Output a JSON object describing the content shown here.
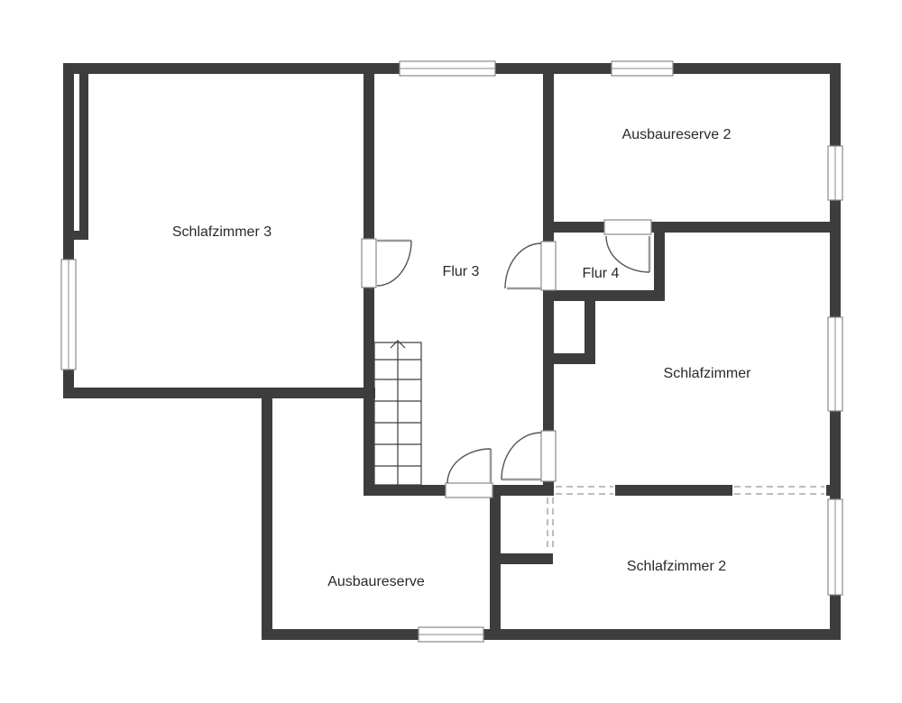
{
  "floorplan": {
    "rooms": {
      "schlafzimmer_3": "Schlafzimmer 3",
      "flur_3": "Flur 3",
      "ausbaureserve_2": "Ausbaureserve 2",
      "flur_4": "Flur 4",
      "schlafzimmer": "Schlafzimmer",
      "schlafzimmer_2": "Schlafzimmer 2",
      "ausbaureserve": "Ausbaureserve"
    },
    "colors": {
      "wall": "#3d3d3d",
      "background": "#ffffff",
      "window_frame": "#8a8a8a",
      "opening": "#bdbdbd"
    }
  }
}
